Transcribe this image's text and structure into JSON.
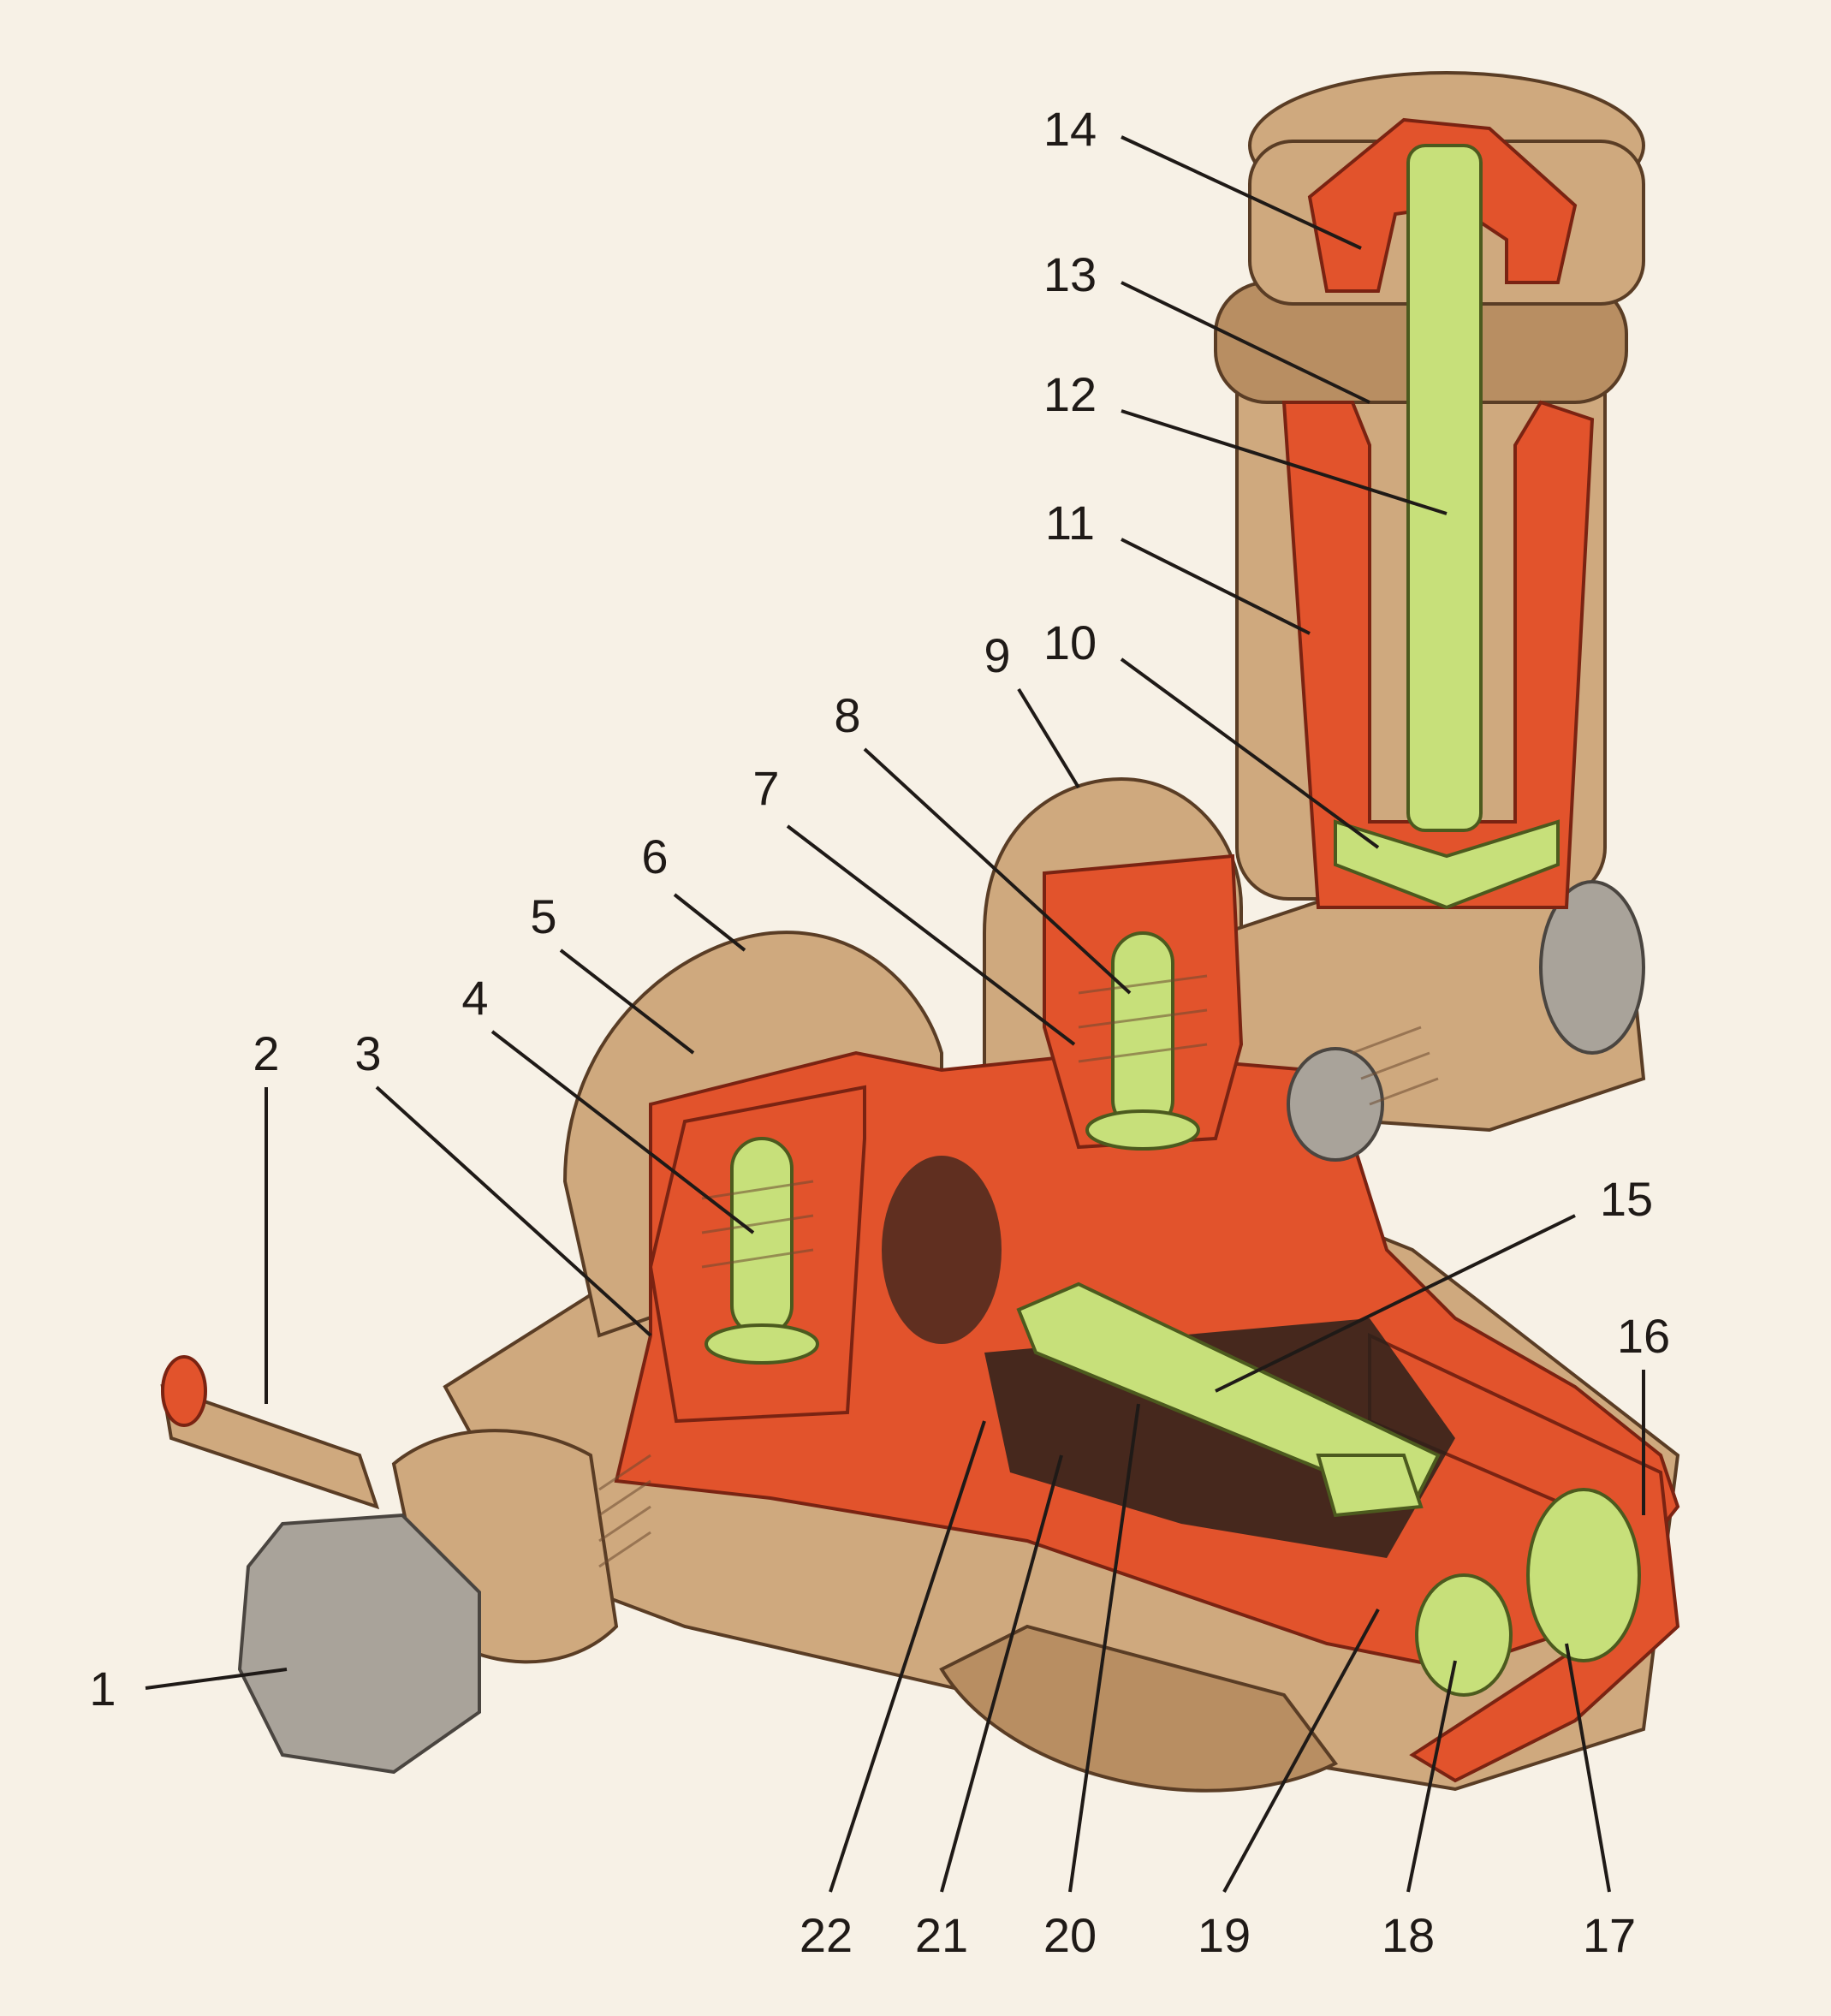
{
  "labels": [
    {
      "id": "1",
      "text": "1"
    },
    {
      "id": "2",
      "text": "2"
    },
    {
      "id": "3",
      "text": "3"
    },
    {
      "id": "4",
      "text": "4"
    },
    {
      "id": "5",
      "text": "5"
    },
    {
      "id": "6",
      "text": "6"
    },
    {
      "id": "7",
      "text": "7"
    },
    {
      "id": "8",
      "text": "8"
    },
    {
      "id": "9",
      "text": "9"
    },
    {
      "id": "10",
      "text": "10"
    },
    {
      "id": "11",
      "text": "11"
    },
    {
      "id": "12",
      "text": "12"
    },
    {
      "id": "13",
      "text": "13"
    },
    {
      "id": "14",
      "text": "14"
    },
    {
      "id": "15",
      "text": "15"
    },
    {
      "id": "16",
      "text": "16"
    },
    {
      "id": "17",
      "text": "17"
    },
    {
      "id": "18",
      "text": "18"
    },
    {
      "id": "19",
      "text": "19"
    },
    {
      "id": "20",
      "text": "20"
    },
    {
      "id": "21",
      "text": "21"
    },
    {
      "id": "22",
      "text": "22"
    }
  ],
  "colors": {
    "body": "#cfa97e",
    "section": "#e2532c",
    "valve_parts": "#c7e07a",
    "plug": "#a9a39a"
  }
}
